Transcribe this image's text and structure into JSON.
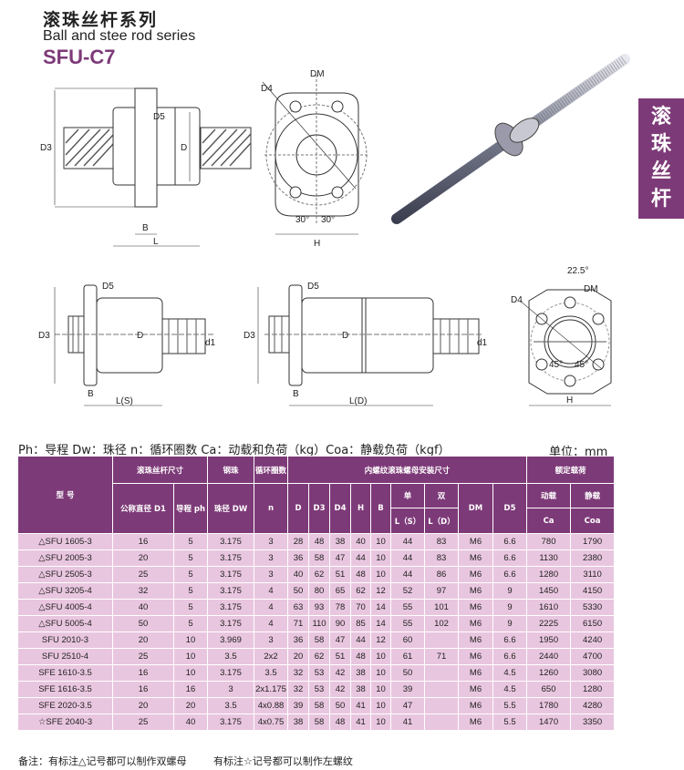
{
  "header": {
    "title_cn": "滚珠丝杆系列",
    "title_en": "Ball and stee rod series",
    "model": "SFU-C7"
  },
  "side_tab": {
    "chars": [
      "滚",
      "珠",
      "丝",
      "杆"
    ]
  },
  "diagram_labels": {
    "dm": "DM",
    "d4": "D4",
    "d5": "D5",
    "d3": "D3",
    "d": "D",
    "b": "B",
    "l": "L",
    "h": "H",
    "angle30": "30°",
    "ls": "L(S)",
    "ld": "L(D)",
    "d1": "d1",
    "angle22": "22.5°",
    "angle45": "45°"
  },
  "legend": "Ph：导程 Dw：珠径 n：循环圈数 Ca：动载和负荷（kg）Coa：静载负荷（kgf）",
  "unit": "单位：mm",
  "table": {
    "group_headers": {
      "model": "型 号",
      "screw": "滚珠丝杆尺寸",
      "ball": "钢珠",
      "circuits": "循环圈数",
      "nut": "内螺纹滚珠螺母安装尺寸",
      "load": "额定载荷"
    },
    "sub_headers": {
      "d1": "公称直径 D1",
      "ph": "导程 ph",
      "dw": "珠径 DW",
      "n": "n",
      "D": "D",
      "D3": "D3",
      "D4": "D4",
      "H": "H",
      "B": "B",
      "single": "单",
      "double": "双",
      "ls": "L（S）",
      "ld": "L（D）",
      "DM": "DM",
      "D5": "D5",
      "dyn": "动载",
      "stat": "静载",
      "ca": "Ca",
      "coa": "Coa"
    },
    "rows": [
      [
        "△SFU 1605-3",
        "16",
        "5",
        "3.175",
        "3",
        "28",
        "48",
        "38",
        "40",
        "10",
        "44",
        "83",
        "M6",
        "6.6",
        "780",
        "1790"
      ],
      [
        "△SFU 2005-3",
        "20",
        "5",
        "3.175",
        "3",
        "36",
        "58",
        "47",
        "44",
        "10",
        "44",
        "83",
        "M6",
        "6.6",
        "1130",
        "2380"
      ],
      [
        "△SFU 2505-3",
        "25",
        "5",
        "3.175",
        "3",
        "40",
        "62",
        "51",
        "48",
        "10",
        "44",
        "86",
        "M6",
        "6.6",
        "1280",
        "3110"
      ],
      [
        "△SFU 3205-4",
        "32",
        "5",
        "3.175",
        "4",
        "50",
        "80",
        "65",
        "62",
        "12",
        "52",
        "97",
        "M6",
        "9",
        "1450",
        "4150"
      ],
      [
        "△SFU 4005-4",
        "40",
        "5",
        "3.175",
        "4",
        "63",
        "93",
        "78",
        "70",
        "14",
        "55",
        "101",
        "M6",
        "9",
        "1610",
        "5330"
      ],
      [
        "△SFU 5005-4",
        "50",
        "5",
        "3.175",
        "4",
        "71",
        "110",
        "90",
        "85",
        "14",
        "55",
        "102",
        "M6",
        "9",
        "2225",
        "6150"
      ],
      [
        "SFU 2010-3",
        "20",
        "10",
        "3.969",
        "3",
        "36",
        "58",
        "47",
        "44",
        "12",
        "60",
        "",
        "M6",
        "6.6",
        "1950",
        "4240"
      ],
      [
        "SFU 2510-4",
        "25",
        "10",
        "3.5",
        "2x2",
        "20",
        "62",
        "51",
        "48",
        "10",
        "61",
        "71",
        "M6",
        "6.6",
        "2440",
        "4700"
      ],
      [
        "SFE 1610-3.5",
        "16",
        "10",
        "3.175",
        "3.5",
        "32",
        "53",
        "42",
        "38",
        "10",
        "50",
        "",
        "M6",
        "4.5",
        "1260",
        "3080"
      ],
      [
        "SFE 1616-3.5",
        "16",
        "16",
        "3",
        "2x1.175",
        "32",
        "53",
        "42",
        "38",
        "10",
        "39",
        "",
        "M6",
        "4.5",
        "650",
        "1280"
      ],
      [
        "SFE 2020-3.5",
        "20",
        "20",
        "3.5",
        "4x0.88",
        "39",
        "58",
        "50",
        "41",
        "10",
        "47",
        "",
        "M6",
        "5.5",
        "1780",
        "4280"
      ],
      [
        "☆SFE 2040-3",
        "25",
        "40",
        "3.175",
        "4x0.75",
        "38",
        "58",
        "48",
        "41",
        "10",
        "41",
        "",
        "M6",
        "5.5",
        "1470",
        "3350"
      ]
    ]
  },
  "notes": [
    "备注：有标注△记号都可以制作双螺母",
    "有标注☆记号都可以制作左螺纹"
  ],
  "colors": {
    "accent": "#7d3a78",
    "row": "#e9c6df"
  }
}
